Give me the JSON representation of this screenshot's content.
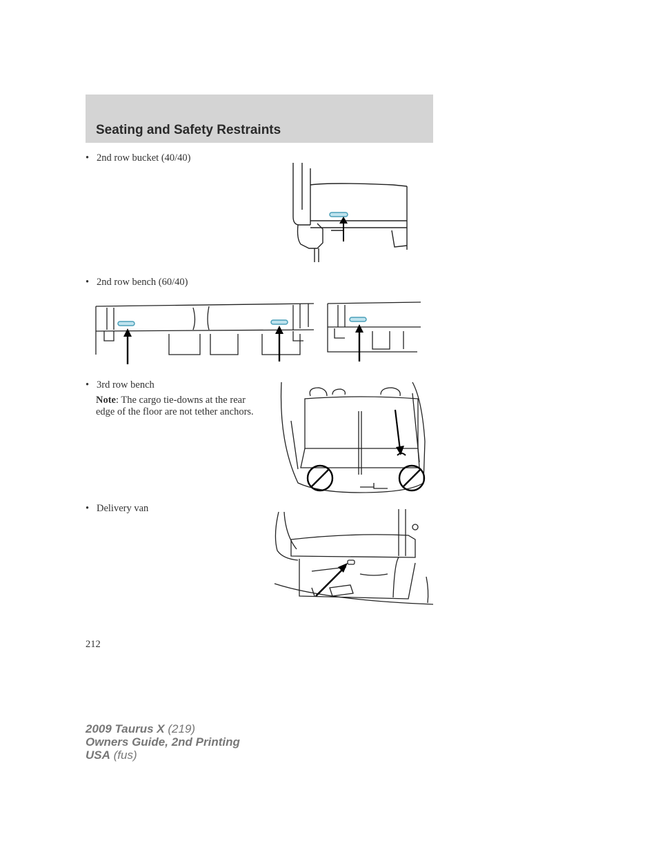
{
  "header": {
    "title": "Seating and Safety Restraints"
  },
  "sections": [
    {
      "bullet": "•",
      "label": "2nd row bucket (40/40)"
    },
    {
      "bullet": "•",
      "label": "2nd row bench (60/40)"
    },
    {
      "bullet": "•",
      "label": "3rd row bench"
    },
    {
      "bullet": "•",
      "label": "Delivery van"
    }
  ],
  "note": {
    "label": "Note",
    "text": ": The cargo tie-downs at the rear edge of the floor are not tether anchors."
  },
  "illustrations": [
    {
      "icon": "bucket-seat-tether-anchor-illustration"
    },
    {
      "icon": "bench-seat-tether-anchors-illustration"
    },
    {
      "icon": "third-row-bench-tether-anchor-illustration"
    },
    {
      "icon": "delivery-van-tether-anchor-illustration"
    }
  ],
  "page_number": "212",
  "footer": {
    "line1_bold": "2009 Taurus X",
    "line1_rest": " (219)",
    "line2": "Owners Guide, 2nd Printing",
    "line3_bold": "USA",
    "line3_rest": " (fus)"
  },
  "colors": {
    "header_band": "#d4d4d4",
    "anchor_highlight": "#4a9fb8"
  }
}
